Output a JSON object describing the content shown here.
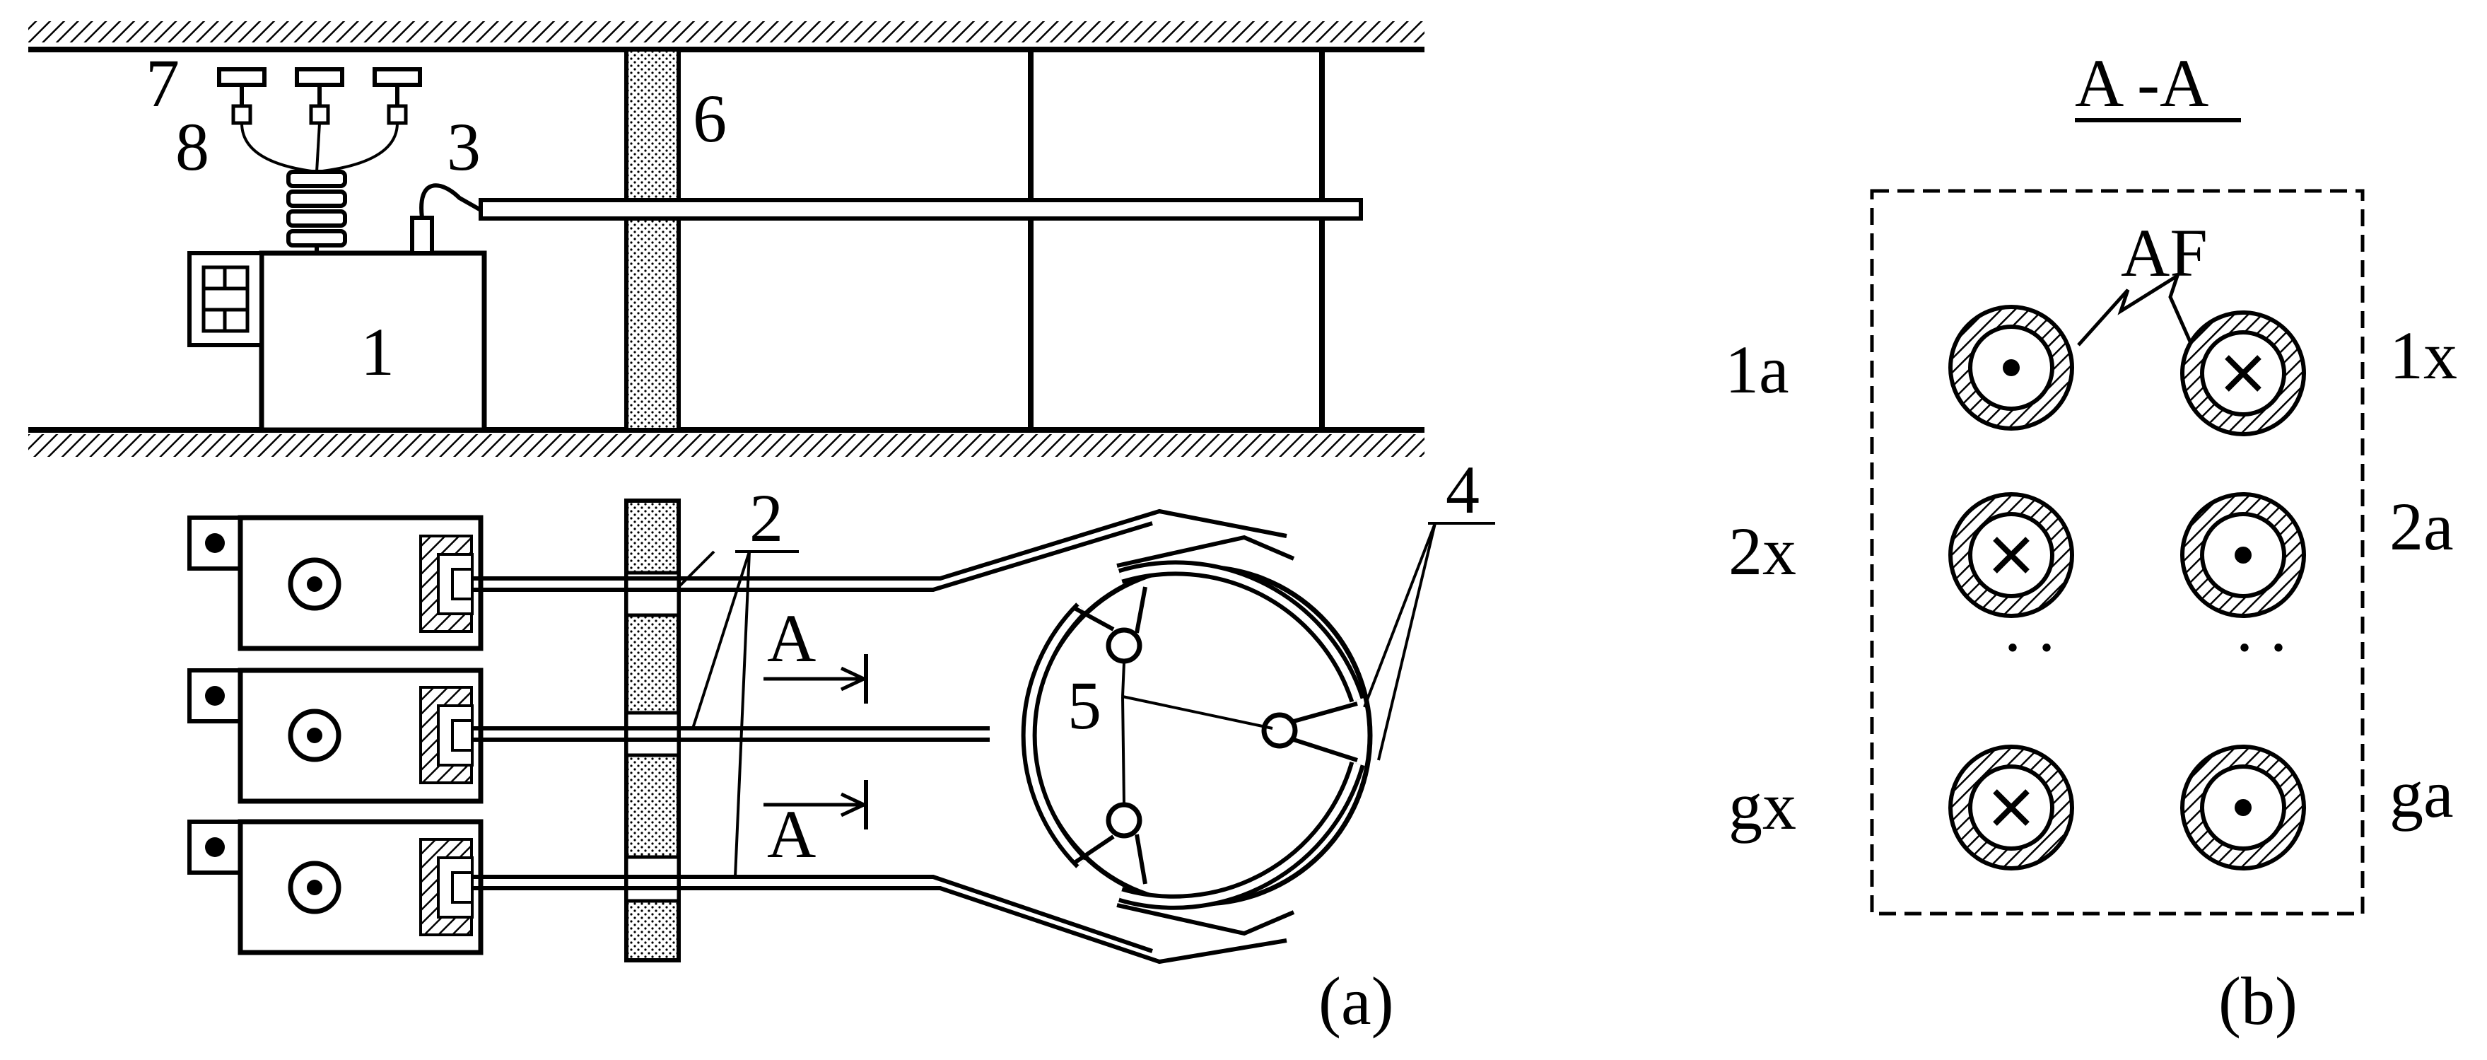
{
  "figure_a": {
    "labels": {
      "n1": "1",
      "n2": "2",
      "n3": "3",
      "n4": "4",
      "n5": "5",
      "n6": "6",
      "n7": "7",
      "n8": "8"
    },
    "section_marks": [
      "A",
      "A"
    ],
    "caption": "(a)"
  },
  "figure_b": {
    "title": "A -A",
    "af_label": "AF",
    "left_labels": [
      "1a",
      "2x",
      "gx"
    ],
    "right_labels": [
      "1x",
      "2a",
      "ga"
    ],
    "dots": ". .",
    "caption": "(b)"
  }
}
